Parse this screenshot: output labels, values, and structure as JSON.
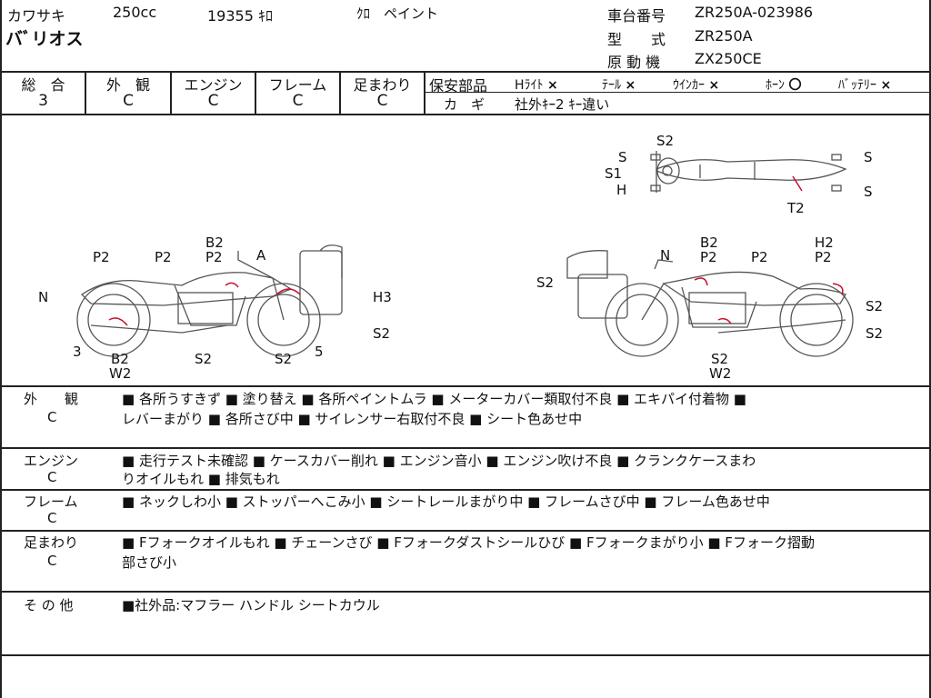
{
  "header": {
    "maker": "カワサキ",
    "displacement": "250cc",
    "mileage": "19355 ｷﾛ",
    "color": "ｸﾛ　ペイント",
    "model_name": "バﾞリオス",
    "frame_no_label": "車台番号",
    "frame_no": "ZR250A-023986",
    "type_label": "型　　式",
    "type_value": "ZR250A",
    "engine_label": "原 動 機",
    "engine_value": "ZX250CE"
  },
  "grades": {
    "overall_label": "総　合",
    "overall_value": "3",
    "exterior_label": "外　観",
    "exterior_value": "C",
    "engine_label": "エンジン",
    "engine_value": "C",
    "frame_label": "フレーム",
    "frame_value": "C",
    "suspension_label": "足まわり",
    "suspension_value": "C"
  },
  "safety": {
    "label": "保安部品",
    "headlight": "Hﾗｲﾄ",
    "headlight_mark": "×",
    "tail": "ﾃｰﾙ",
    "tail_mark": "×",
    "winker": "ｳｲﾝｶｰ",
    "winker_mark": "×",
    "horn": "ﾎｰﾝ",
    "horn_mark": "〇",
    "battery": "ﾊﾞｯﾃﾘｰ",
    "battery_mark": "×",
    "key_label": "カ　ギ",
    "key_value": "社外ｷｰ2 ｷｰ違い"
  },
  "diagram": {
    "top": [
      "S2",
      "S",
      "S1",
      "H",
      "S",
      "S",
      "T2"
    ],
    "left": [
      "B2",
      "P2",
      "A",
      "P2",
      "P2",
      "N",
      "H3",
      "S2",
      "3",
      "B2",
      "W2",
      "S2",
      "S2",
      "5"
    ],
    "right": [
      "N",
      "B2",
      "P2",
      "P2",
      "H2",
      "P2",
      "S2",
      "S2",
      "S2",
      "S2",
      "W2"
    ]
  },
  "remarks": [
    {
      "label": "外　　観",
      "grade": "C",
      "line1": "■ 各所うすきず ■ 塗り替え ■ 各所ペイントムラ ■ メーターカバー類取付不良 ■ エキパイ付着物 ■",
      "line2": "レバーまがり ■ 各所さび中 ■ サイレンサー右取付不良 ■ シート色あせ中"
    },
    {
      "label": "エンジン",
      "grade": "C",
      "line1": "■ 走行テスト未確認 ■ ケースカバー削れ ■ エンジン音小 ■ エンジン吹け不良 ■ クランクケースまわ",
      "line2": "りオイルもれ ■ 排気もれ"
    },
    {
      "label": "フレーム",
      "grade": "C",
      "line1": "■ ネックしわ小 ■ ストッパーへこみ小 ■ シートレールまがり中 ■ フレームさび中 ■ フレーム色あせ中",
      "line2": ""
    },
    {
      "label": "足まわり",
      "grade": "C",
      "line1": "■ Fフォークオイルもれ ■ チェーンさび ■ Fフォークダストシールひび ■ Fフォークまがり小 ■ Fフォーク摺動",
      "line2": "部さび小"
    },
    {
      "label": "そ の 他",
      "grade": "",
      "line1": "■社外品:マフラー ハンドル シートカウル",
      "line2": ""
    }
  ]
}
